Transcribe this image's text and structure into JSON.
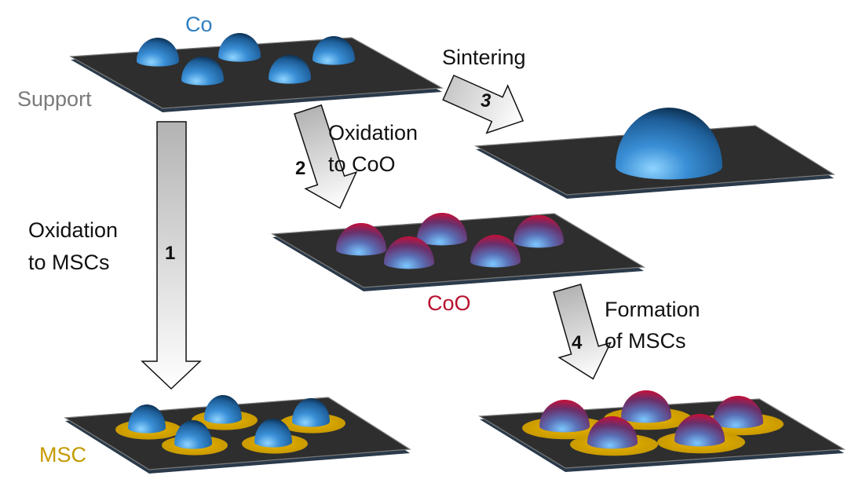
{
  "figure": {
    "colors": {
      "cobalt": "#2f7fc1",
      "cobalt_oxide": "#b8102e",
      "msc": "#c49a00",
      "support_label": "#7a7a7a",
      "text": "#111111",
      "support_plate": "#2e2e2e",
      "arrow_fill_top": "#b8b8b8",
      "arrow_fill_bottom": "#ffffff"
    },
    "species_labels": {
      "co": "Co",
      "support": "Support",
      "coo": "CoO",
      "msc": "MSC"
    },
    "pathways": [
      {
        "step": "1",
        "label_line1": "Oxidation",
        "label_line2": "to MSCs"
      },
      {
        "step": "2",
        "label_line1": "Oxidation",
        "label_line2": "to CoO"
      },
      {
        "step": "3",
        "label_line1": "Sintering",
        "label_line2": ""
      },
      {
        "step": "4",
        "label_line1": "Formation",
        "label_line2": "of MSCs"
      }
    ],
    "panels": [
      {
        "id": "initial",
        "description": "Co nanoparticles on support",
        "particle_count": 5,
        "particle_type": "Co"
      },
      {
        "id": "sintered",
        "description": "single large sintered Co particle",
        "particle_count": 1,
        "particle_type": "Co"
      },
      {
        "id": "oxidized",
        "description": "CoO nanoparticles on support",
        "particle_count": 5,
        "particle_type": "CoO"
      },
      {
        "id": "msc-direct",
        "description": "Co particles with MSC rings",
        "particle_count": 5,
        "particle_type": "Co+MSC"
      },
      {
        "id": "msc-from-coo",
        "description": "CoO particles with MSC rings",
        "particle_count": 5,
        "particle_type": "CoO+MSC"
      }
    ]
  }
}
